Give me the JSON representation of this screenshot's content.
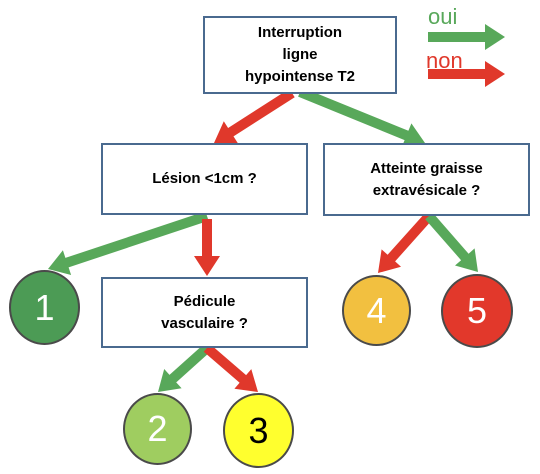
{
  "colors": {
    "yes": "#58a85a",
    "no": "#e0382b",
    "box_border": "#4a6a8f",
    "outcome_1": "#4c9b55",
    "outcome_2": "#9fcd60",
    "outcome_3": "#ffff2e",
    "outcome_4": "#f2c040",
    "outcome_5": "#e2382b"
  },
  "legend": {
    "yes_label": "oui",
    "no_label": "non"
  },
  "nodes": {
    "root": "Interruption\nligne\nhypointense T2",
    "lesion": "Lésion <1cm ?",
    "graisse": "Atteinte graisse\nextravésicale ?",
    "pedicule": "Pédicule\nvasculaire ?"
  },
  "outcomes": {
    "one": "1",
    "two": "2",
    "three": "3",
    "four": "4",
    "five": "5"
  }
}
